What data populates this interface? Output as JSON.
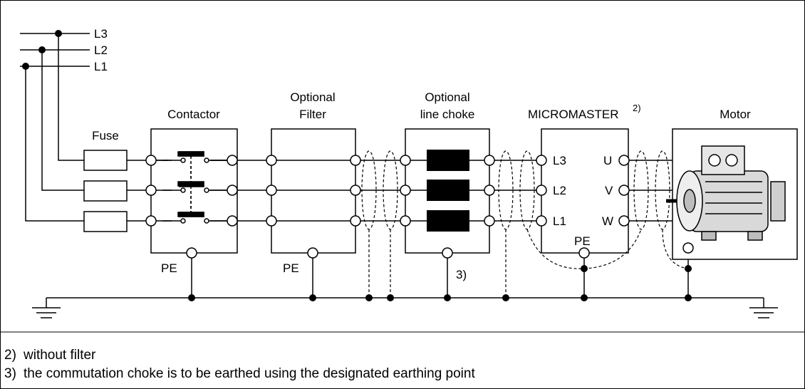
{
  "lines": {
    "l1": "L1",
    "l2": "L2",
    "l3": "L3"
  },
  "components": {
    "fuse": "Fuse",
    "contactor": "Contactor",
    "filter_line1": "Optional",
    "filter_line2": "Filter",
    "choke_line1": "Optional",
    "choke_line2": "line choke",
    "micromaster": "MICROMASTER",
    "micromaster_sup": "2)",
    "motor": "Motor"
  },
  "terminals": {
    "in_l3": "L3",
    "in_l2": "L2",
    "in_l1": "L1",
    "out_u": "U",
    "out_v": "V",
    "out_w": "W"
  },
  "earth": {
    "pe_contactor": "PE",
    "pe_filter": "PE",
    "pe_micromaster": "PE",
    "choke_ref": "3)"
  },
  "footnotes": [
    {
      "num": "2)",
      "text": "without filter"
    },
    {
      "num": "3)",
      "text": "the commutation choke is to be earthed using the designated earthing point"
    }
  ]
}
